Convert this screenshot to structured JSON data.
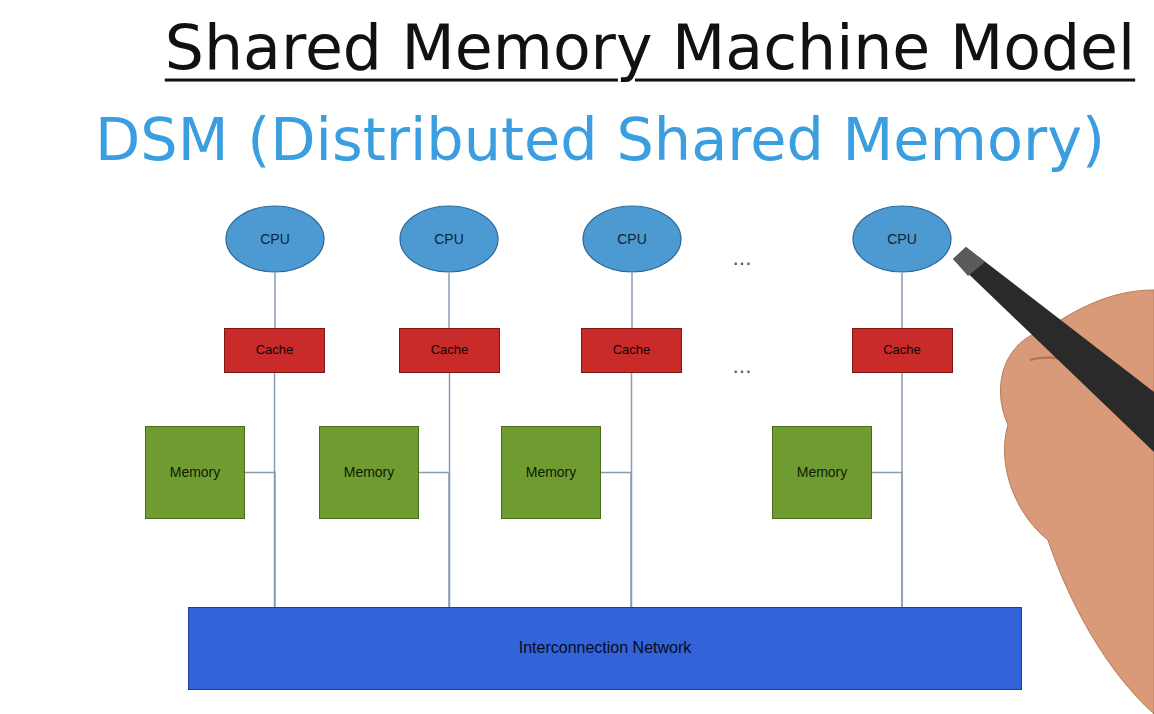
{
  "diagram": {
    "title": "Shared Memory Machine Model",
    "nodes": [
      {
        "text": [
          "CPU"
        ]
      },
      {
        "text": [
          "CPU"
        ]
      },
      {
        "text": [
          "CPU"
        ]
      },
      {
        "text": [
          "CPU"
        ]
      },
      {
        "text": [
          "Cache"
        ]
      },
      {
        "text": [
          "Cache"
        ]
      },
      {
        "text": [
          "Cache"
        ]
      },
      {
        "text": [
          "Cache"
        ]
      },
      {
        "text": [
          "Memory"
        ]
      },
      {
        "text": [
          "Memory"
        ]
      },
      {
        "text": [
          "Memory"
        ]
      },
      {
        "text": [
          "Memory"
        ]
      },
      {
        "text": [
          "Interconnection Network"
        ]
      }
    ],
    "edges": [
      {
        "from": 0,
        "to": 4,
        "arrow": "none"
      },
      {
        "from": 1,
        "to": 5,
        "arrow": "none"
      },
      {
        "from": 2,
        "to": 6,
        "arrow": "none"
      },
      {
        "from": 3,
        "to": 7,
        "arrow": "none"
      },
      {
        "from": 4,
        "to": 12,
        "arrow": "none"
      },
      {
        "from": 5,
        "to": 12,
        "arrow": "none"
      },
      {
        "from": 6,
        "to": 12,
        "arrow": "none"
      },
      {
        "from": 7,
        "to": 12,
        "arrow": "none"
      },
      {
        "from": 8,
        "to": 12,
        "arrow": "none"
      },
      {
        "from": 9,
        "to": 12,
        "arrow": "none"
      },
      {
        "from": 10,
        "to": 12,
        "arrow": "none"
      },
      {
        "from": 11,
        "to": 12,
        "arrow": "none"
      }
    ],
    "labels": [
      "DSM (Distributed Shared Memory)",
      "...",
      "..."
    ]
  }
}
